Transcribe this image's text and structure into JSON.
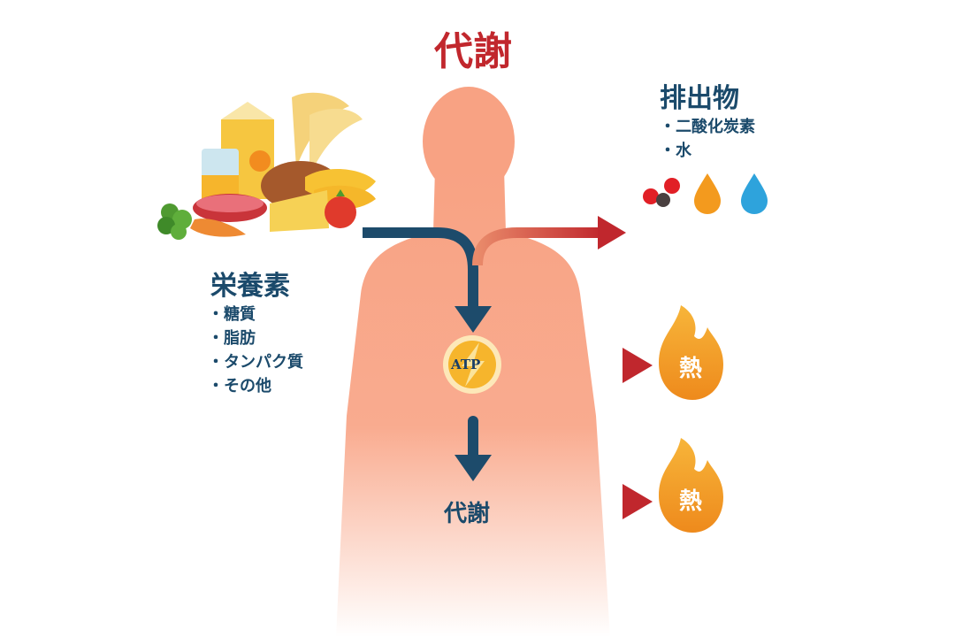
{
  "title": "代謝",
  "excreta": {
    "heading": "排出物",
    "items": [
      "・二酸化炭素",
      "・水"
    ]
  },
  "nutrients": {
    "heading": "栄養素",
    "items": [
      "・糖質",
      "・脂肪",
      "・タンパク質",
      "・その他"
    ]
  },
  "atp_label": "ATP",
  "metabolism_label": "代謝",
  "heat_label": "熱",
  "icons": [
    "food-cluster-icon",
    "co2-molecule-icon",
    "orange-drop-icon",
    "water-drop-icon",
    "flame-icon",
    "atp-bolt-icon"
  ],
  "colors": {
    "title": "#c1272d",
    "text": "#1b4a6b",
    "body": "#f8a486",
    "arrow_navy": "#1d4b6b",
    "arrow_red": "#c0272d",
    "flame": "#f39a1e",
    "water": "#2ea3dc"
  }
}
